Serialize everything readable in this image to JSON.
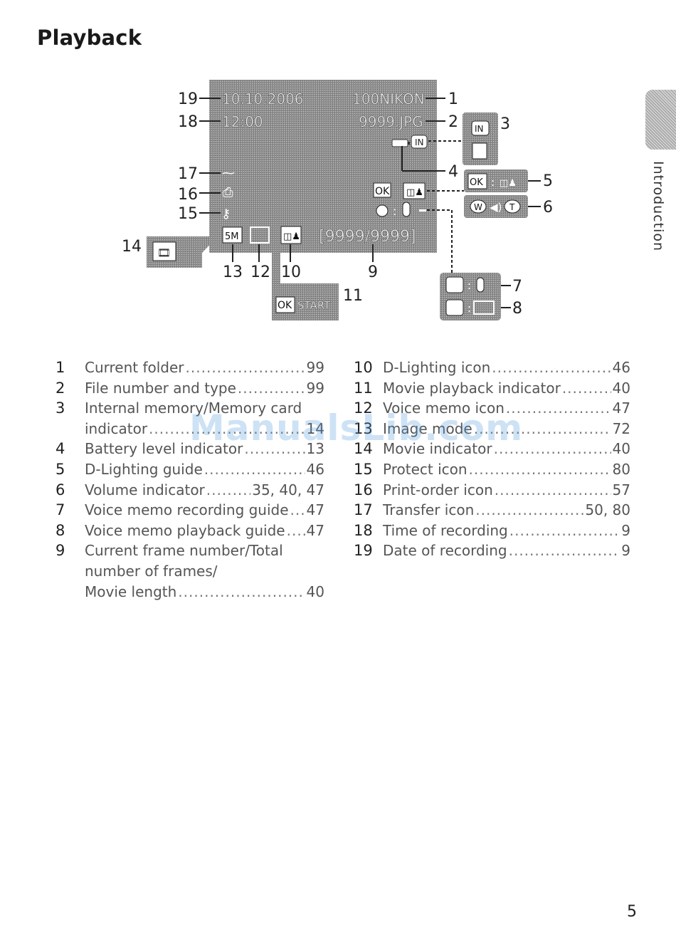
{
  "page": {
    "title": "Playback",
    "side_tab": "Introduction",
    "page_number": "5",
    "watermark": "ManualsLib.com"
  },
  "screen": {
    "date": "10.10.2006",
    "time": "12:00",
    "folder": "100NIKON",
    "file": "9999.JPG",
    "counter": "[9999/9999]",
    "image_mode": "5M",
    "ok_start": "START",
    "ok": "OK"
  },
  "callouts": [
    "1",
    "2",
    "3",
    "4",
    "5",
    "6",
    "7",
    "8",
    "9",
    "10",
    "11",
    "12",
    "13",
    "14",
    "15",
    "16",
    "17",
    "18",
    "19"
  ],
  "legend_left": [
    {
      "num": "1",
      "label": "Current folder",
      "page": "99"
    },
    {
      "num": "2",
      "label": "File number and type",
      "page": "99"
    },
    {
      "num": "3",
      "label": "Internal memory/Memory card",
      "cont": "indicator",
      "page": "14"
    },
    {
      "num": "4",
      "label": "Battery level indicator",
      "page": "13"
    },
    {
      "num": "5",
      "label": "D-Lighting guide",
      "page": "46"
    },
    {
      "num": "6",
      "label": "Volume indicator",
      "page": "35, 40, 47"
    },
    {
      "num": "7",
      "label": "Voice memo recording guide",
      "page": "47"
    },
    {
      "num": "8",
      "label": "Voice memo playback guide",
      "page": "47"
    },
    {
      "num": "9",
      "label": "Current frame number/Total",
      "cont2": "number of frames/",
      "cont": "Movie length",
      "page": "40"
    }
  ],
  "legend_right": [
    {
      "num": "10",
      "label": "D-Lighting icon",
      "page": "46"
    },
    {
      "num": "11",
      "label": "Movie playback indicator",
      "page": "40"
    },
    {
      "num": "12",
      "label": "Voice memo icon",
      "page": "47"
    },
    {
      "num": "13",
      "label": "Image mode",
      "page": "72"
    },
    {
      "num": "14",
      "label": "Movie indicator",
      "page": "40"
    },
    {
      "num": "15",
      "label": "Protect icon",
      "page": "80"
    },
    {
      "num": "16",
      "label": "Print-order icon",
      "page": "57"
    },
    {
      "num": "17",
      "label": "Transfer icon",
      "page": "50, 80"
    },
    {
      "num": "18",
      "label": "Time of recording",
      "page": "9"
    },
    {
      "num": "19",
      "label": "Date of recording",
      "page": "9"
    }
  ]
}
